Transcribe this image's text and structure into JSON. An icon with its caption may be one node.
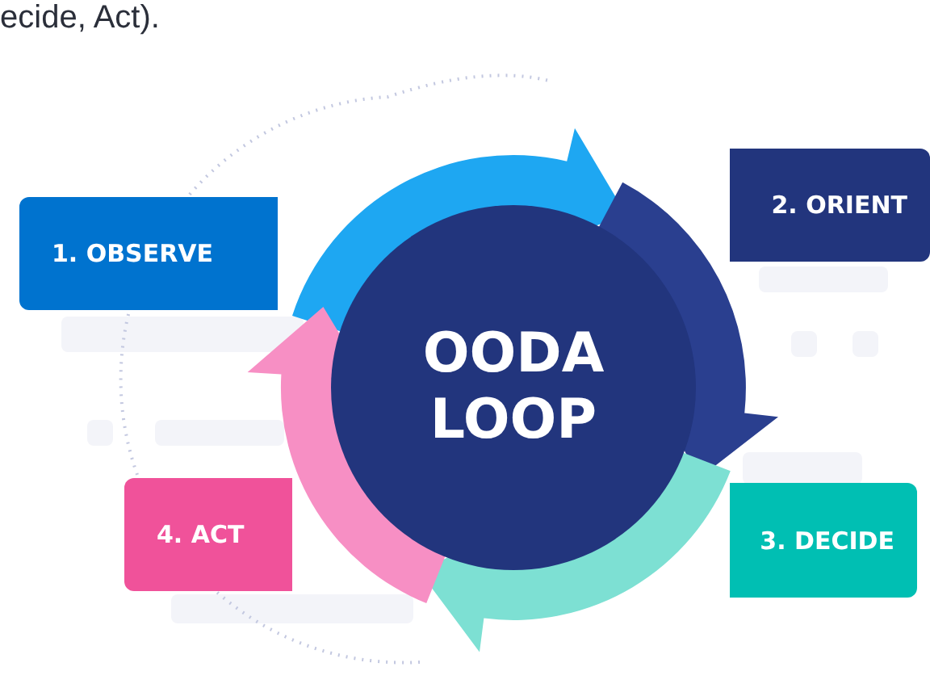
{
  "diagram": {
    "nodes": [
      {
        "text": [
          "1. OBSERVE"
        ]
      },
      {
        "text": [
          "2. ORIENT"
        ]
      },
      {
        "text": [
          "3. DECIDE"
        ]
      },
      {
        "text": [
          "4. ACT"
        ]
      },
      {
        "text": [
          "OODA LOOP"
        ]
      }
    ],
    "labels": [
      "ecide, Act)."
    ]
  }
}
